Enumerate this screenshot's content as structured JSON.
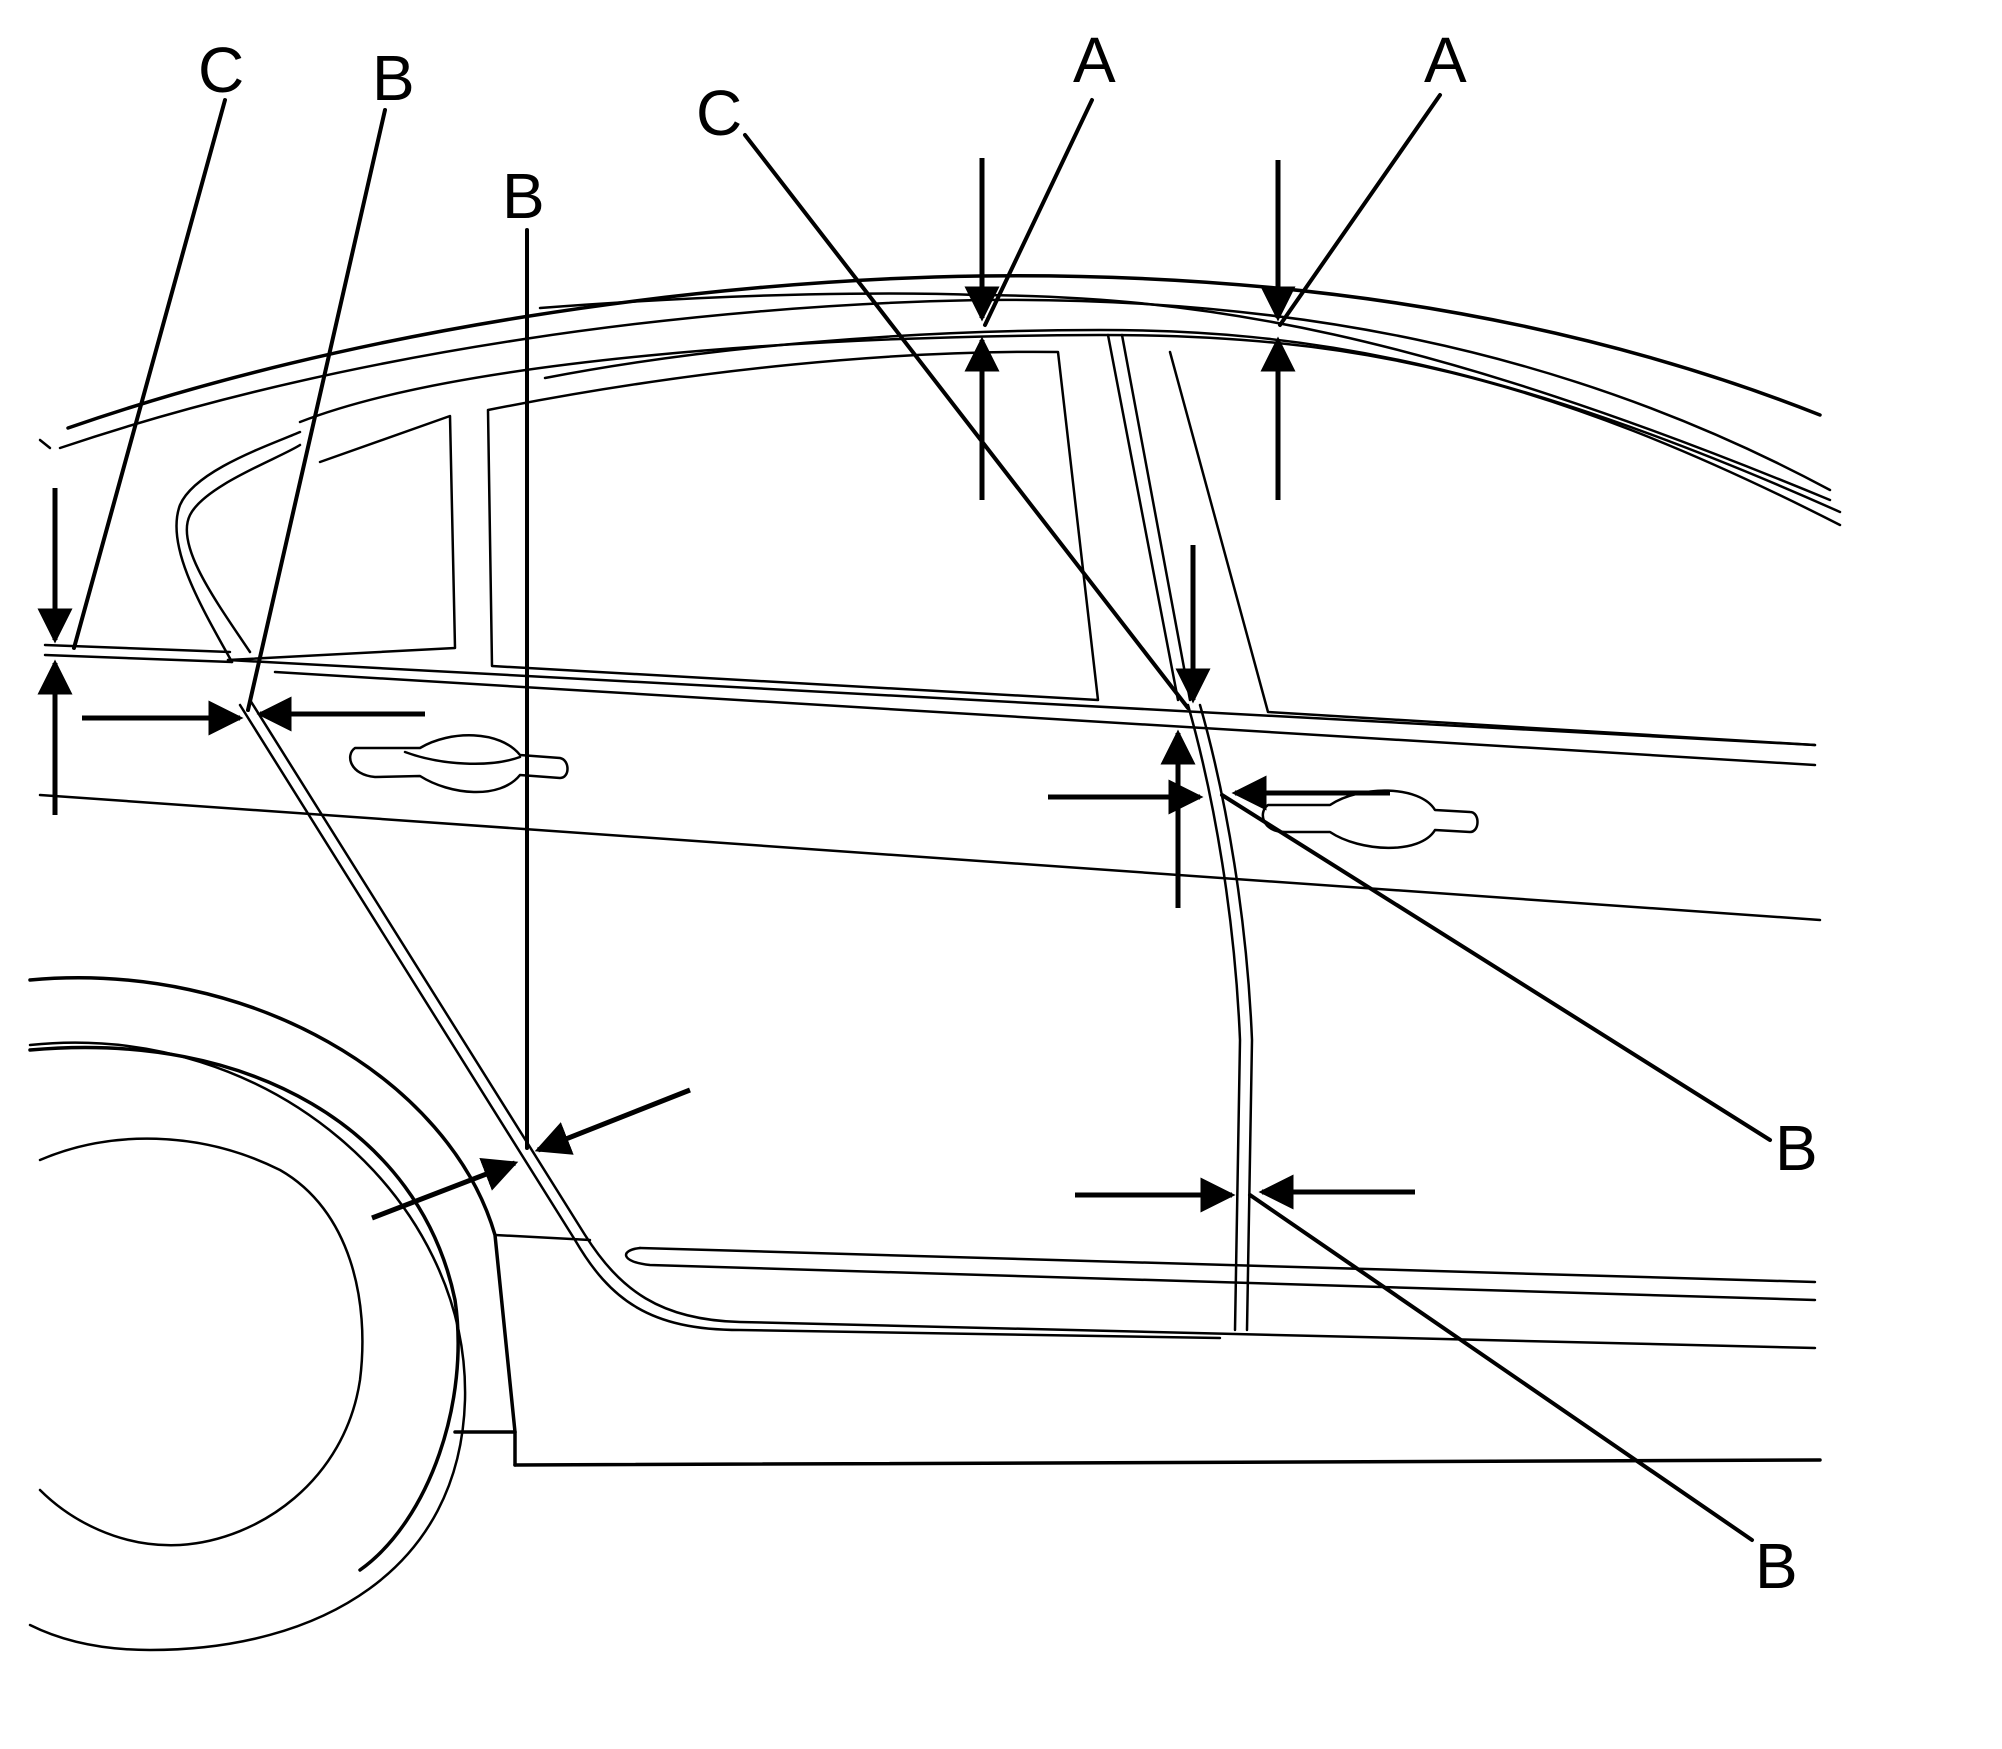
{
  "figure": {
    "description_hidden": false,
    "callouts": [
      {
        "id": "c-left",
        "text": "C"
      },
      {
        "id": "b-left-1",
        "text": "B"
      },
      {
        "id": "b-left-2",
        "text": "B"
      },
      {
        "id": "c-center",
        "text": "C"
      },
      {
        "id": "a-1",
        "text": "A"
      },
      {
        "id": "a-2",
        "text": "A"
      },
      {
        "id": "b-right-1",
        "text": "B"
      },
      {
        "id": "b-right-2",
        "text": "B"
      }
    ]
  }
}
